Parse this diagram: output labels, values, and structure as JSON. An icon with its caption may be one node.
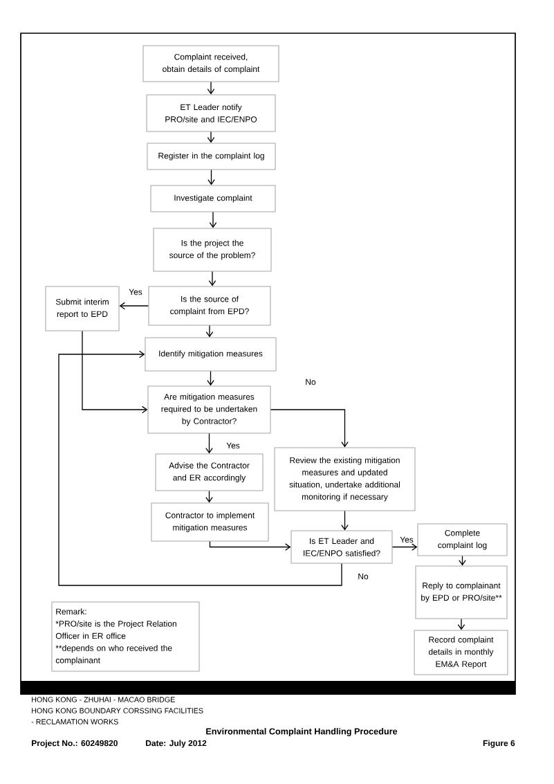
{
  "diagram": {
    "title": "Environmental Complaint Handling Procedure",
    "nodes": [
      {
        "text": [
          "Complaint received, obtain details of complaint"
        ]
      },
      {
        "text": [
          "ET Leader notify PRO/site and IEC/ENPO"
        ]
      },
      {
        "text": [
          "Register in the complaint log"
        ]
      },
      {
        "text": [
          "Investigate complaint"
        ]
      },
      {
        "text": [
          "Is the project the source of the problem?"
        ]
      },
      {
        "text": [
          "Is the source of complaint from EPD?"
        ]
      },
      {
        "text": [
          "Submit interim report to EPD"
        ]
      },
      {
        "text": [
          "Identify mitigation measures"
        ]
      },
      {
        "text": [
          "Are mitigation measures required to be undertaken by Contractor?"
        ]
      },
      {
        "text": [
          "Advise the Contractor and ER accordingly"
        ]
      },
      {
        "text": [
          "Contractor to implement mitigation measures"
        ]
      },
      {
        "text": [
          "Review the existing mitigation measures and updated situation, undertake additional monitoring if necessary"
        ]
      },
      {
        "text": [
          "Is ET Leader and IEC/ENPO satisfied?"
        ]
      },
      {
        "text": [
          "Complete complaint log"
        ]
      },
      {
        "text": [
          "Reply to complainant by EPD or PRO/site**"
        ]
      },
      {
        "text": [
          "Record complaint details in monthly EM&A Report"
        ]
      },
      {
        "text": [
          "Remark:",
          "*PRO/site is the Project Relation Officer in ER office",
          "**depends on who received the complainant"
        ]
      }
    ],
    "edges": [
      {
        "from": 0,
        "to": 1,
        "arrow": "to"
      },
      {
        "from": 1,
        "to": 2,
        "arrow": "to"
      },
      {
        "from": 2,
        "to": 3,
        "arrow": "to"
      },
      {
        "from": 3,
        "to": 4,
        "arrow": "to"
      },
      {
        "from": 4,
        "to": 5,
        "arrow": "to"
      },
      {
        "from": 5,
        "to": 6,
        "arrow": "to",
        "label": "Yes"
      },
      {
        "from": 5,
        "to": 7,
        "arrow": "to"
      },
      {
        "from": 6,
        "to": 8,
        "arrow": "to"
      },
      {
        "from": 7,
        "to": 8,
        "arrow": "to"
      },
      {
        "from": 8,
        "to": 11,
        "arrow": "to",
        "label": "No"
      },
      {
        "from": 8,
        "to": 9,
        "arrow": "to",
        "label": "Yes"
      },
      {
        "from": 9,
        "to": 10,
        "arrow": "to"
      },
      {
        "from": 10,
        "to": 12,
        "arrow": "to"
      },
      {
        "from": 11,
        "to": 12,
        "arrow": "to"
      },
      {
        "from": 12,
        "to": 13,
        "arrow": "to",
        "label": "Yes"
      },
      {
        "from": 12,
        "to": 7,
        "arrow": "to",
        "label": "No"
      },
      {
        "from": 13,
        "to": 14,
        "arrow": "to"
      },
      {
        "from": 14,
        "to": 15,
        "arrow": "to"
      }
    ],
    "labels": [
      "HONG KONG - ZHUHAI - MACAO BRIDGE",
      "HONG KONG BOUNDARY CORSSING FACILITIES",
      "- RECLAMATION WORKS",
      "Project No.: 60249820",
      "Date: July 2012",
      "Figure 6"
    ]
  }
}
